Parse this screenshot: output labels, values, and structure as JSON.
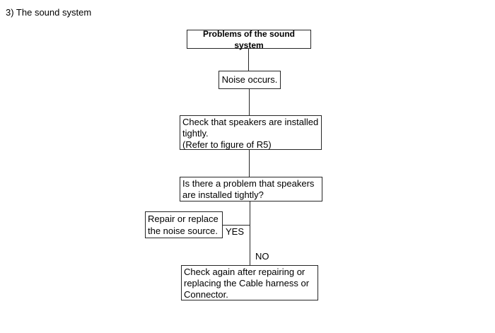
{
  "title": "3) The sound system",
  "colors": {
    "background": "#ffffff",
    "border": "#262626",
    "text": "#000000"
  },
  "flowchart": {
    "nodes": {
      "start": "Problems of the sound system",
      "noise": "Noise occurs.",
      "check": "Check that speakers are installed\ntightly.\n(Refer to figure of R5)",
      "question": "Is there a problem that speakers\nare installed tightly?",
      "repair": "Repair or replace\nthe noise source.",
      "final": "Check again after repairing or\nreplacing the Cable harness or\nConnector."
    },
    "branch_labels": {
      "yes": "YES",
      "no": "NO"
    }
  }
}
